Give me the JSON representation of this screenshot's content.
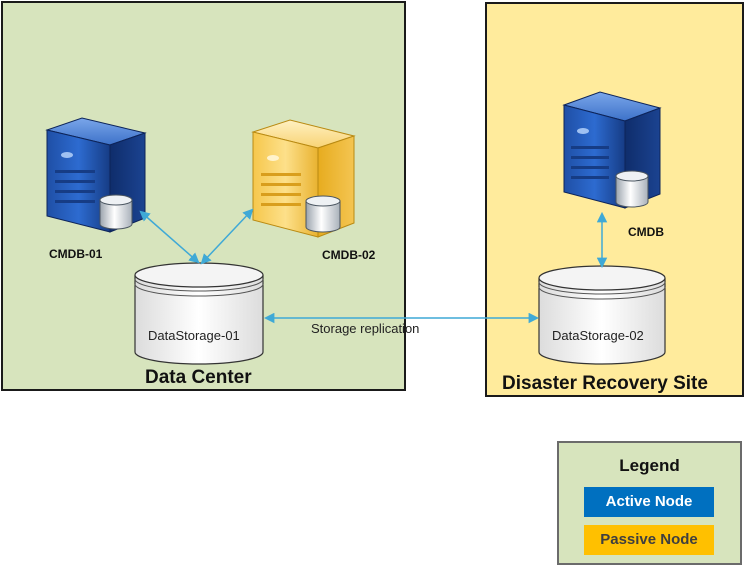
{
  "zones": {
    "data_center": {
      "title": "Data Center"
    },
    "dr_site": {
      "title": "Disaster Recovery Site"
    }
  },
  "nodes": {
    "cmdb01": {
      "label": "CMDB-01",
      "role": "active"
    },
    "cmdb02": {
      "label": "CMDB-02",
      "role": "passive"
    },
    "cmdb": {
      "label": "CMDB",
      "role": "active"
    }
  },
  "storage": {
    "ds01": {
      "label": "DataStorage-01"
    },
    "ds02": {
      "label": "DataStorage-02"
    }
  },
  "replication": {
    "label": "Storage replication"
  },
  "legend": {
    "title": "Legend",
    "active": {
      "label": "Active Node"
    },
    "passive": {
      "label": "Passive Node"
    }
  },
  "colors": {
    "zone_green": "#d7e4bd",
    "zone_yellow": "#ffeb9c",
    "active": "#0070c0",
    "active_text": "#ffffff",
    "passive": "#ffc000",
    "passive_text": "#3f3f3f",
    "connector": "#3fa9d6"
  },
  "icons": {
    "server_active": "blue-server-tower-icon",
    "server_passive": "yellow-server-tower-icon",
    "storage": "storage-cylinder-icon"
  }
}
